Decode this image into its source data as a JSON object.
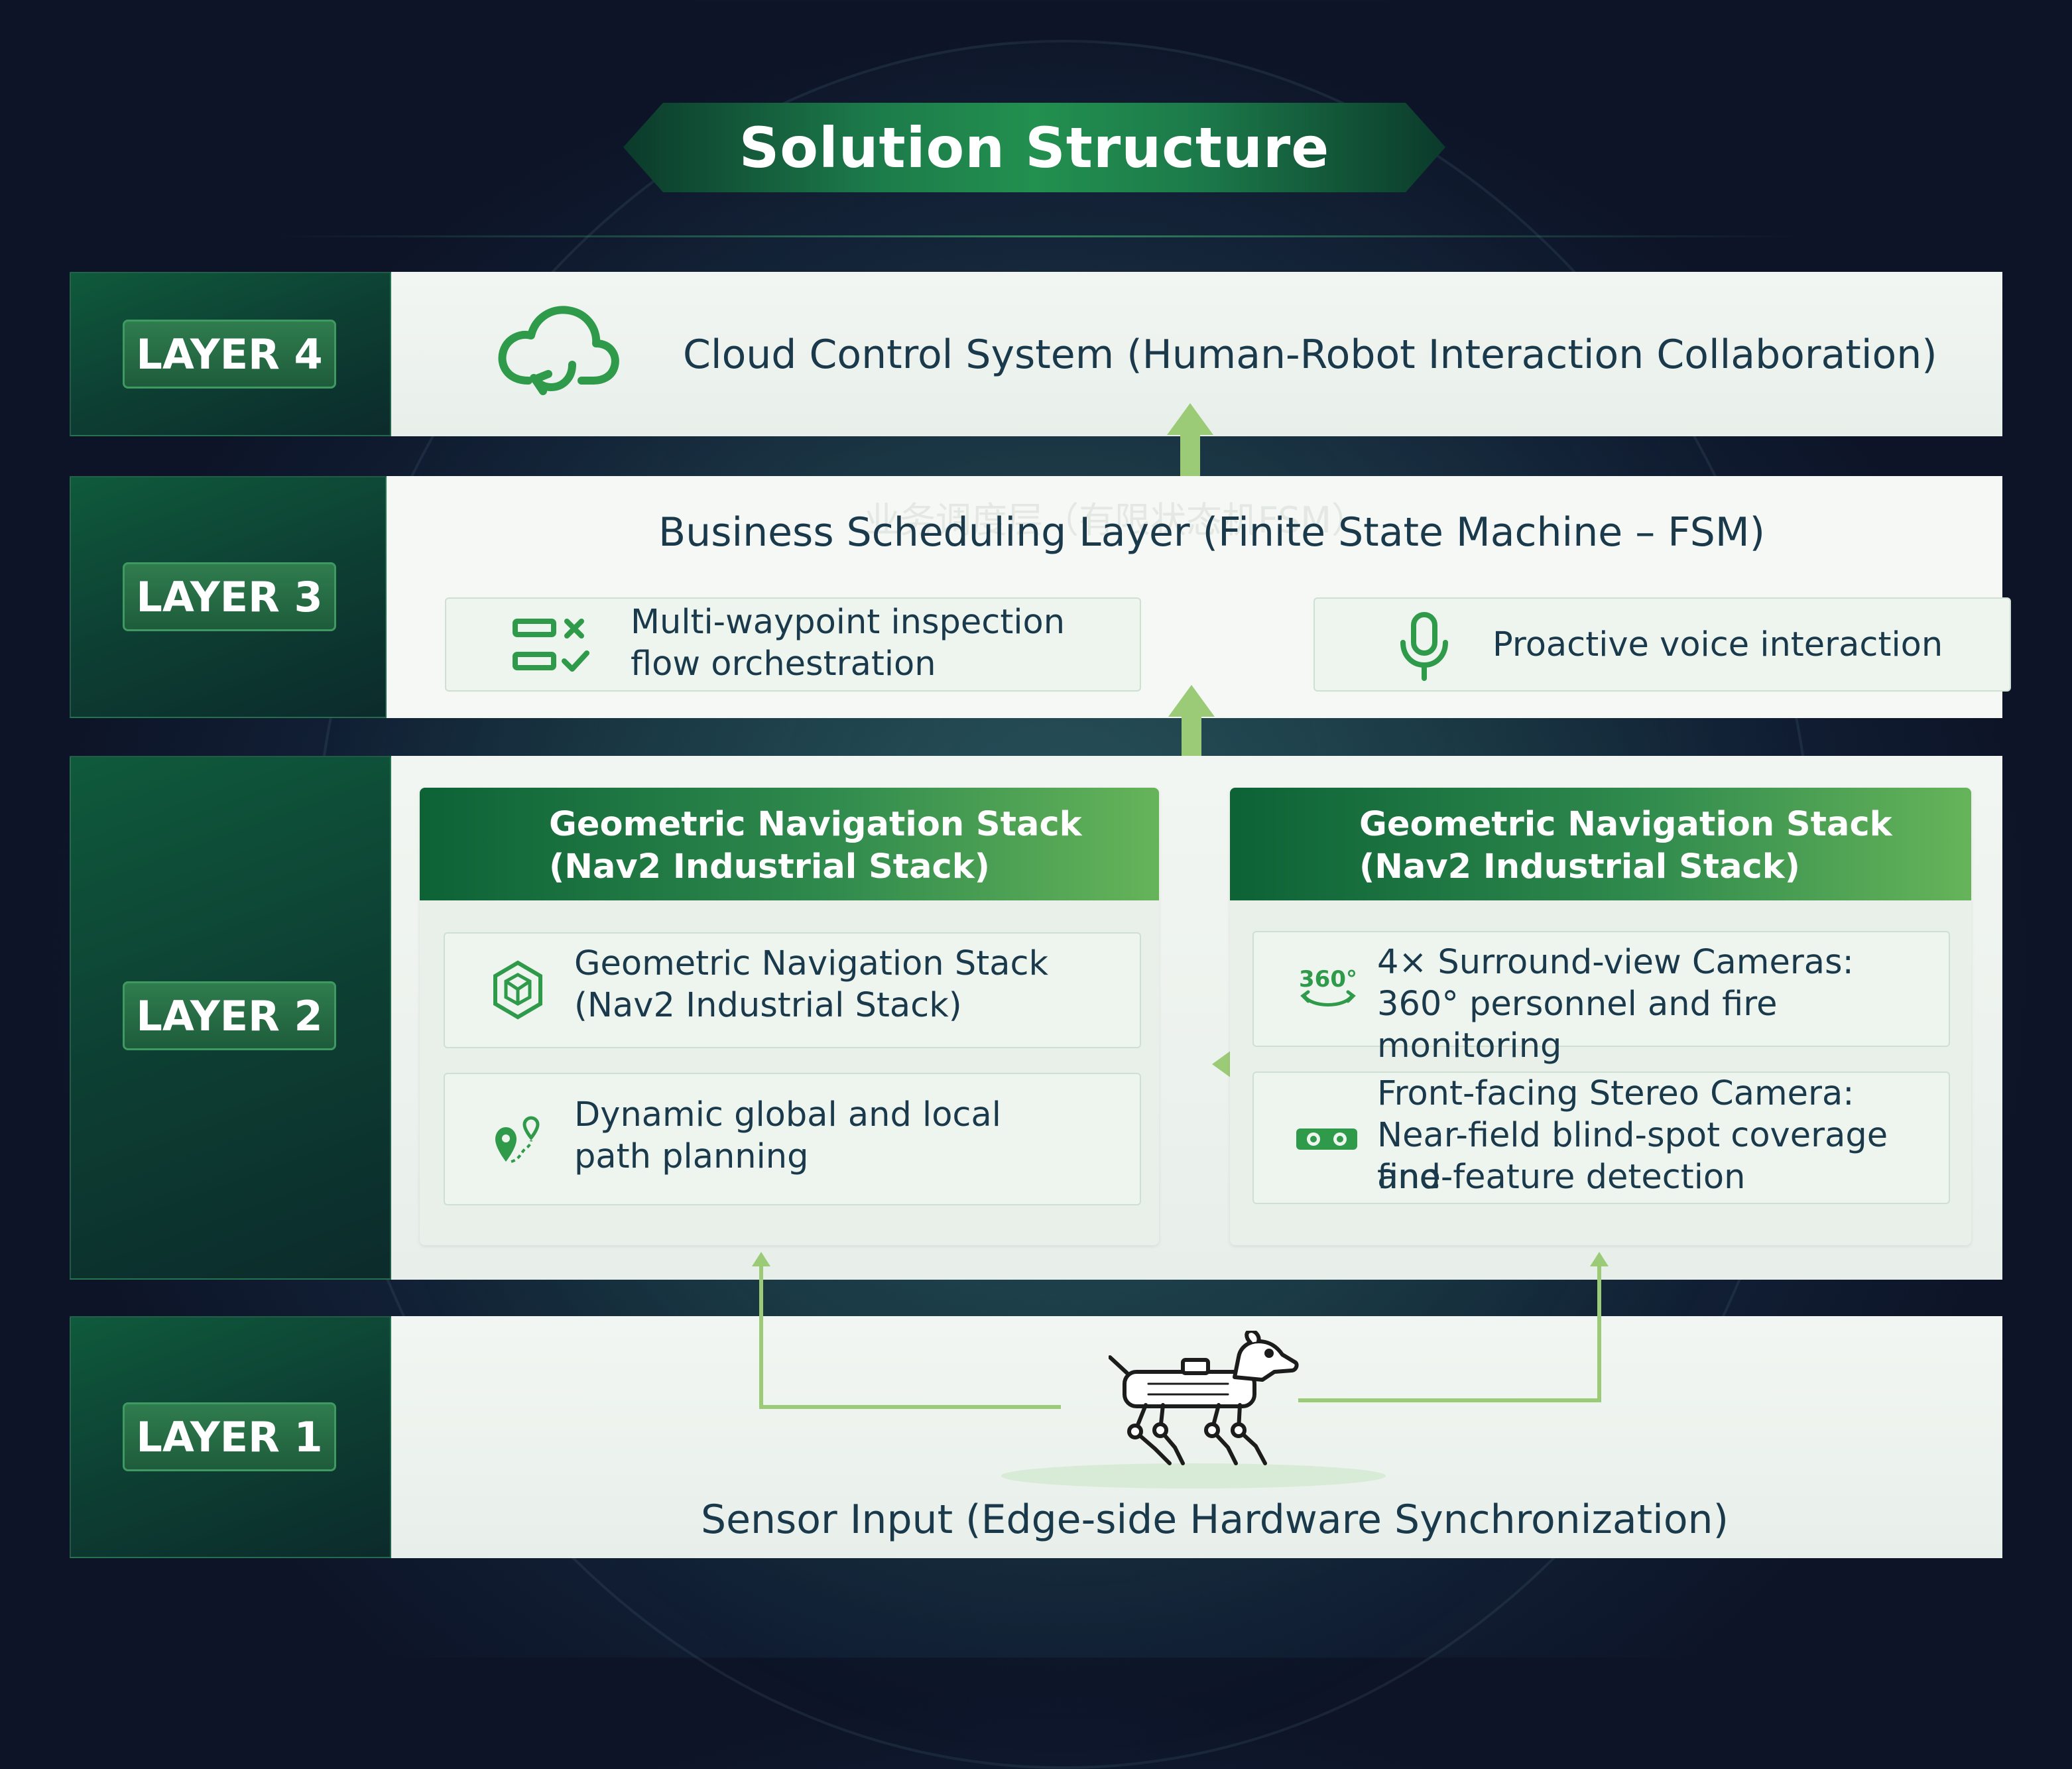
{
  "title": "Solution Structure",
  "colors": {
    "accent_green": "#2f9a4a",
    "arrow_green": "#9ccb78",
    "text_navy": "#1a3a4c",
    "side_green": "#0f5a3c"
  },
  "layers": {
    "layer4": {
      "badge": "LAYER 4",
      "icon": "cloud-sync-icon",
      "text": "Cloud Control System (Human-Robot Interaction Collaboration)"
    },
    "layer3": {
      "badge": "LAYER 3",
      "watermark": "业务调度层（有限状态机FSM）",
      "title": "Business Scheduling Layer (Finite State Machine – FSM)",
      "cards": [
        {
          "icon": "checklist-icon",
          "line1": "Multi-waypoint inspection",
          "line2": "flow orchestration"
        },
        {
          "icon": "microphone-icon",
          "line1": "Proactive voice interaction"
        }
      ]
    },
    "layer2": {
      "badge": "LAYER 2",
      "left_stack": {
        "header_line1": "Geometric Navigation Stack",
        "header_line2": "(Nav2 Industrial Stack)",
        "cards": [
          {
            "icon": "cube-hexagon-icon",
            "line1": "Geometric Navigation Stack",
            "line2": "(Nav2 Industrial Stack)"
          },
          {
            "icon": "route-pin-icon",
            "line1": "Dynamic global and local",
            "line2": "path planning"
          }
        ]
      },
      "right_stack": {
        "header_line1": "Geometric Navigation Stack",
        "header_line2": "(Nav2 Industrial Stack)",
        "cards": [
          {
            "icon": "camera-360-icon",
            "icon_text": "360°",
            "line1": "4× Surround-view Cameras:",
            "line2": "360° personnel and fire monitoring"
          },
          {
            "icon": "stereo-camera-icon",
            "line1": "Front-facing Stereo Camera:",
            "line2": "Near-field blind-spot coverage and",
            "line3": "fine-feature detection"
          }
        ]
      }
    },
    "layer1": {
      "badge": "LAYER 1",
      "icon": "robot-dog-icon",
      "text": "Sensor Input (Edge-side Hardware Synchronization)"
    }
  }
}
